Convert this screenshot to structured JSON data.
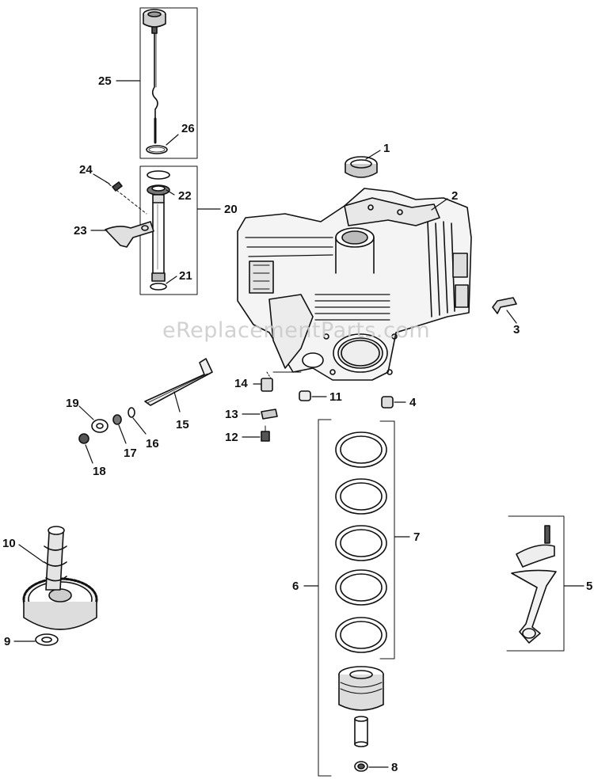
{
  "watermark": "eReplacementParts.com",
  "callouts": {
    "c1": "1",
    "c2": "2",
    "c3": "3",
    "c4": "4",
    "c5": "5",
    "c6": "6",
    "c7": "7",
    "c8": "8",
    "c9": "9",
    "c10": "10",
    "c11": "11",
    "c12": "12",
    "c13": "13",
    "c14": "14",
    "c15": "15",
    "c16": "16",
    "c17": "17",
    "c18": "18",
    "c19": "19",
    "c20": "20",
    "c21": "21",
    "c22": "22",
    "c23": "23",
    "c24": "24",
    "c25": "25",
    "c26": "26"
  }
}
